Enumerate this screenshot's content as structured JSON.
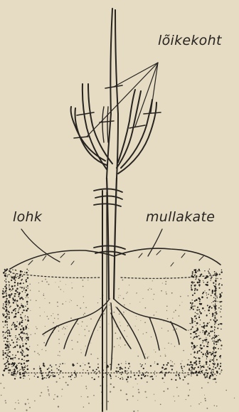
{
  "labels": {
    "pruning_cut": "lõikekoht",
    "planting_hole": "lohk",
    "mulch_cover": "mullakate"
  },
  "colors": {
    "paper": "#e6dcc3",
    "ink": "#262320"
  }
}
